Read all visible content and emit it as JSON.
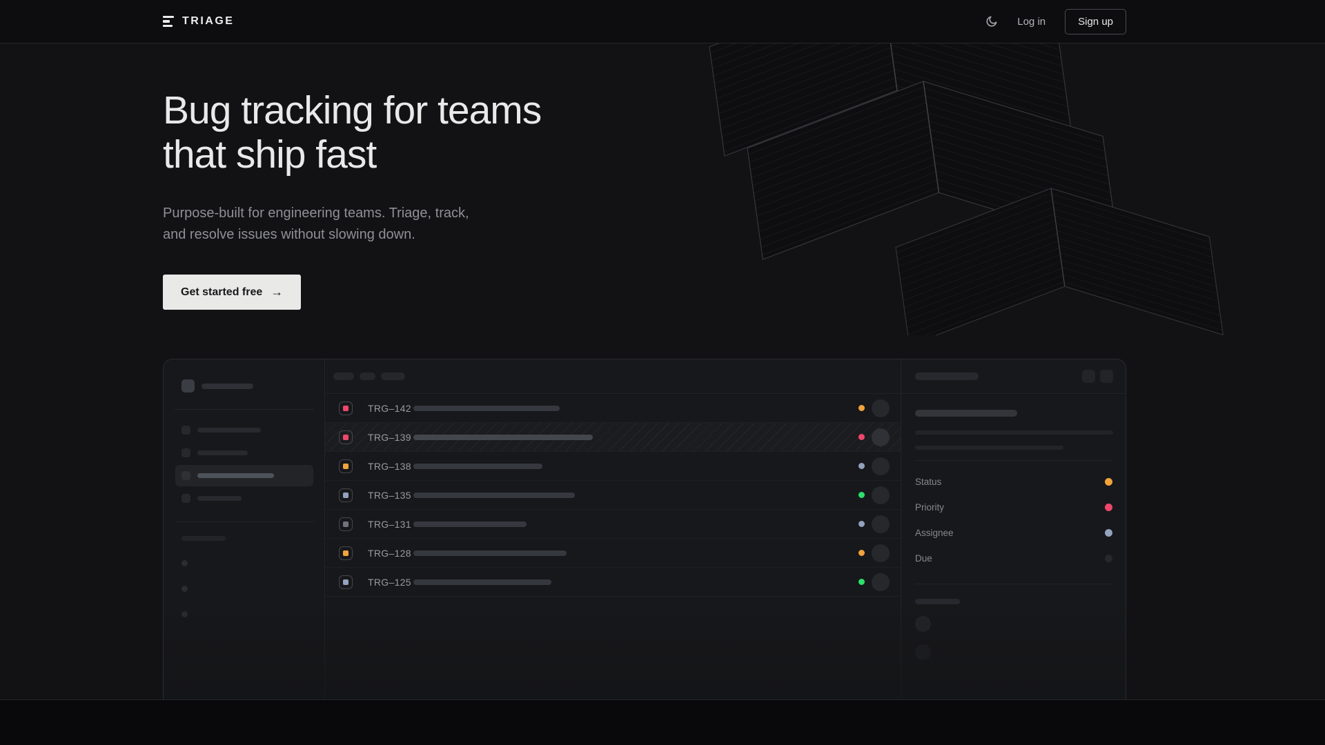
{
  "brand": {
    "name": "TRIAGE"
  },
  "nav": {
    "theme_icon": "moon-icon",
    "login_label": "Log in",
    "signup_label": "Sign up"
  },
  "hero": {
    "heading": "Bug tracking for teams\nthat ship fast",
    "subtitle": "Purpose-built for engineering teams. Triage, track, and resolve issues without slowing down.",
    "cta_label": "Get started free",
    "cta_arrow": "→"
  },
  "colors": {
    "pink": "#ef476b",
    "amber": "#f2a33c",
    "slate": "#93a2bd",
    "gray": "#70747c",
    "green": "#2ce06a",
    "muted": "#26282c",
    "cta_bg": "#e9e9e7"
  },
  "mockup": {
    "issues": [
      {
        "id": "TRG–142",
        "type_color": "pink",
        "title_width": 212,
        "status_color": "amber",
        "selected": false
      },
      {
        "id": "TRG–139",
        "type_color": "pink",
        "title_width": 260,
        "status_color": "pink",
        "selected": true
      },
      {
        "id": "TRG–138",
        "type_color": "amber",
        "title_width": 187,
        "status_color": "slate",
        "selected": false
      },
      {
        "id": "TRG–135",
        "type_color": "slate",
        "title_width": 234,
        "status_color": "green",
        "selected": false
      },
      {
        "id": "TRG–131",
        "type_color": "gray",
        "title_width": 164,
        "status_color": "slate",
        "selected": false
      },
      {
        "id": "TRG–128",
        "type_color": "amber",
        "title_width": 222,
        "status_color": "amber",
        "selected": false
      },
      {
        "id": "TRG–125",
        "type_color": "slate",
        "title_width": 200,
        "status_color": "green",
        "selected": false
      }
    ],
    "detail_fields": [
      {
        "label": "Status",
        "value_color": "amber"
      },
      {
        "label": "Priority",
        "value_color": "pink"
      },
      {
        "label": "Assignee",
        "value_color": "slate"
      },
      {
        "label": "Due",
        "value_color": "muted"
      }
    ]
  }
}
